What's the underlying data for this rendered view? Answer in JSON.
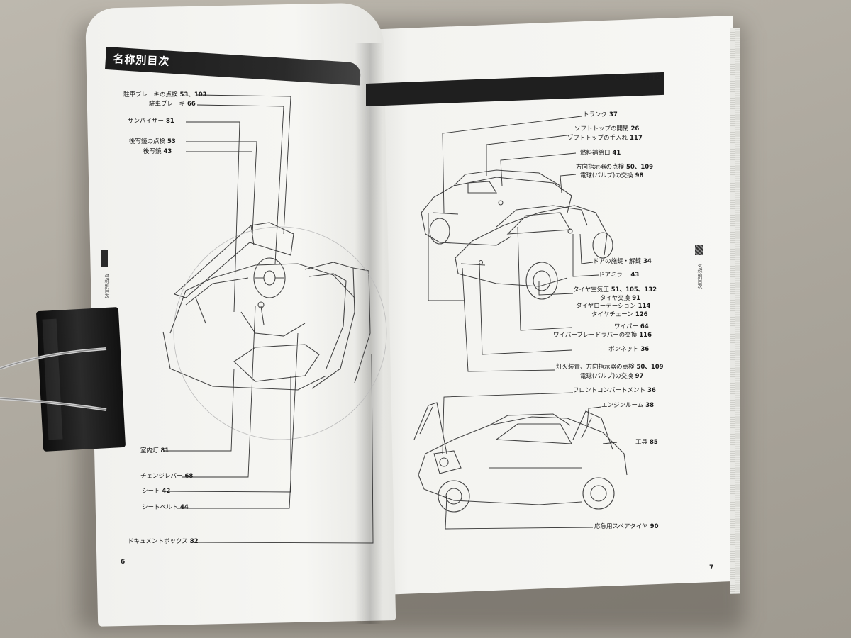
{
  "left_page": {
    "title": "名称別目次",
    "side_label": "名称別目次",
    "page_number": "6",
    "callouts": [
      {
        "label": "駐車ブレーキの点検",
        "pages": "53、103"
      },
      {
        "label": "駐車ブレーキ",
        "pages": "66"
      },
      {
        "label": "サンバイザー",
        "pages": "81"
      },
      {
        "label": "後写鏡の点検",
        "pages": "53"
      },
      {
        "label": "後写鏡",
        "pages": "43"
      },
      {
        "label": "室内灯",
        "pages": "81"
      },
      {
        "label": "チェンジレバー",
        "pages": "68"
      },
      {
        "label": "シート",
        "pages": "42"
      },
      {
        "label": "シートベルト",
        "pages": "44"
      },
      {
        "label": "ドキュメントボックス",
        "pages": "82"
      }
    ]
  },
  "right_page": {
    "title": "CONTENTS",
    "side_label": "名称別目次",
    "page_number": "7",
    "callouts": [
      {
        "label": "トランク",
        "pages": "37"
      },
      {
        "label": "ソフトトップの開閉",
        "pages": "26"
      },
      {
        "label": "ソフトトップの手入れ",
        "pages": "117"
      },
      {
        "label": "燃料補給口",
        "pages": "41"
      },
      {
        "label": "方向指示器の点検",
        "pages": "50、109"
      },
      {
        "label": "電球(バルブ)の交換",
        "pages": "98"
      },
      {
        "label": "ドアの施錠・解錠",
        "pages": "34"
      },
      {
        "label": "ドアミラー",
        "pages": "43"
      },
      {
        "label": "タイヤ空気圧",
        "pages": "51、105、132"
      },
      {
        "label": "タイヤ交換",
        "pages": "91"
      },
      {
        "label": "タイヤローテーション",
        "pages": "114"
      },
      {
        "label": "タイヤチェーン",
        "pages": "126"
      },
      {
        "label": "ワイパー",
        "pages": "64"
      },
      {
        "label": "ワイパーブレードラバーの交換",
        "pages": "116"
      },
      {
        "label": "ボンネット",
        "pages": "36"
      },
      {
        "label": "灯火装置、方向指示器の点検",
        "pages": "50、109"
      },
      {
        "label": "電球(バルブ)の交換",
        "pages": "97"
      },
      {
        "label": "フロントコンパートメント",
        "pages": "36"
      },
      {
        "label": "エンジンルーム",
        "pages": "38"
      },
      {
        "label": "工具",
        "pages": "85"
      },
      {
        "label": "応急用スペアタイヤ",
        "pages": "90"
      }
    ]
  }
}
